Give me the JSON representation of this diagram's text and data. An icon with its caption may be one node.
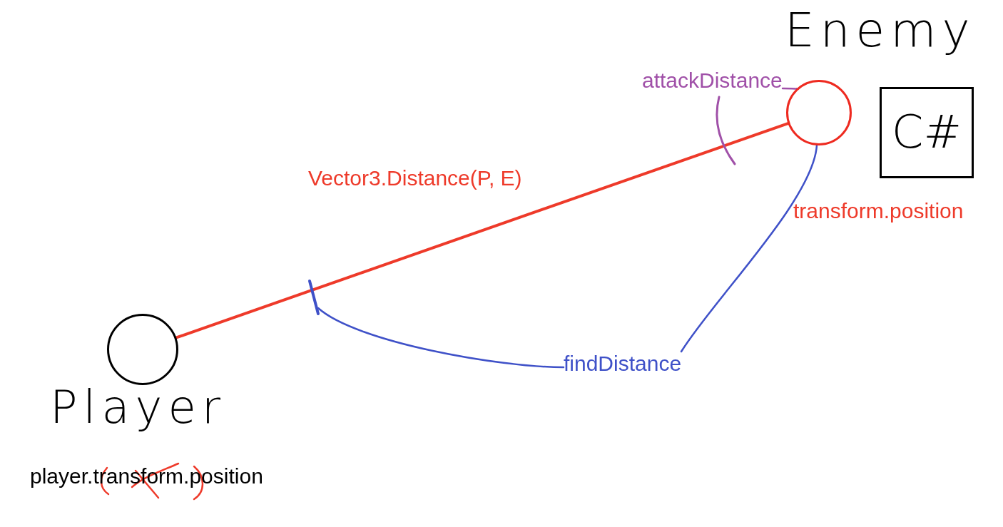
{
  "diagram": {
    "nodes": [
      {
        "text": [],
        "shape": "circle",
        "beside": [
          "Player"
        ]
      },
      {
        "text": [],
        "shape": "circle"
      },
      {
        "text": [
          "C#"
        ],
        "beside": [
          "Enemy"
        ]
      },
      {
        "text": [
          "attackDistance"
        ]
      },
      {
        "text": [
          "findDistance"
        ]
      }
    ],
    "edges": [
      {
        "from": 0,
        "to": 1,
        "arrow": "none",
        "label": "Vector3.Distance(P, E)",
        "color": "#ee3a2a"
      },
      {
        "from": 3,
        "to": 1,
        "arrow": "none",
        "color": "#a050a8"
      },
      {
        "from": 4,
        "to": null,
        "arrow": "none",
        "color": "#3f51c8"
      },
      {
        "from": 4,
        "to": 1,
        "arrow": "none",
        "color": "#3f51c8"
      }
    ],
    "labels": [
      "transform.position",
      "player.transform.position"
    ]
  }
}
